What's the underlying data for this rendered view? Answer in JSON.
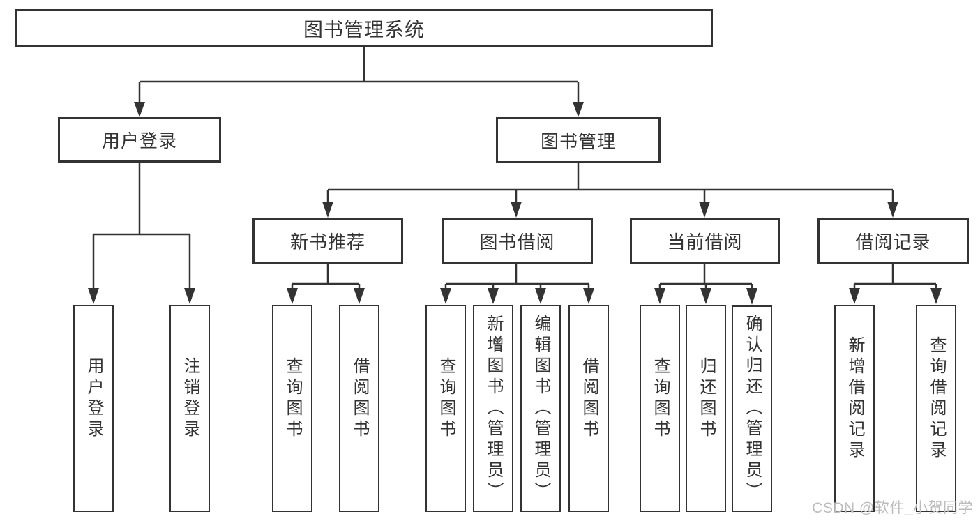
{
  "diagram_title": "图书管理系统",
  "tree": {
    "root": {
      "label": "图书管理系统"
    },
    "branches": [
      {
        "label": "用户登录",
        "children": [
          {
            "label": "用户登录"
          },
          {
            "label": "注销登录"
          }
        ]
      },
      {
        "label": "图书管理",
        "children": [
          {
            "label": "新书推荐",
            "children": [
              {
                "label": "查询图书"
              },
              {
                "label": "借阅图书"
              }
            ]
          },
          {
            "label": "图书借阅",
            "children": [
              {
                "label": "查询图书"
              },
              {
                "label": "新增图书（管理员）"
              },
              {
                "label": "编辑图书（管理员）"
              },
              {
                "label": "借阅图书"
              }
            ]
          },
          {
            "label": "当前借阅",
            "children": [
              {
                "label": "查询图书"
              },
              {
                "label": "归还图书"
              },
              {
                "label": "确认归还（管理员）"
              }
            ]
          },
          {
            "label": "借阅记录",
            "children": [
              {
                "label": "新增借阅记录"
              },
              {
                "label": "查询借阅记录"
              }
            ]
          }
        ]
      }
    ]
  },
  "watermark": "CSDN @软件_小贺同学",
  "colors": {
    "line": "#333333",
    "box_border": "#333333",
    "text": "#333333",
    "watermark": "#bdbdbd",
    "background": "#ffffff"
  }
}
